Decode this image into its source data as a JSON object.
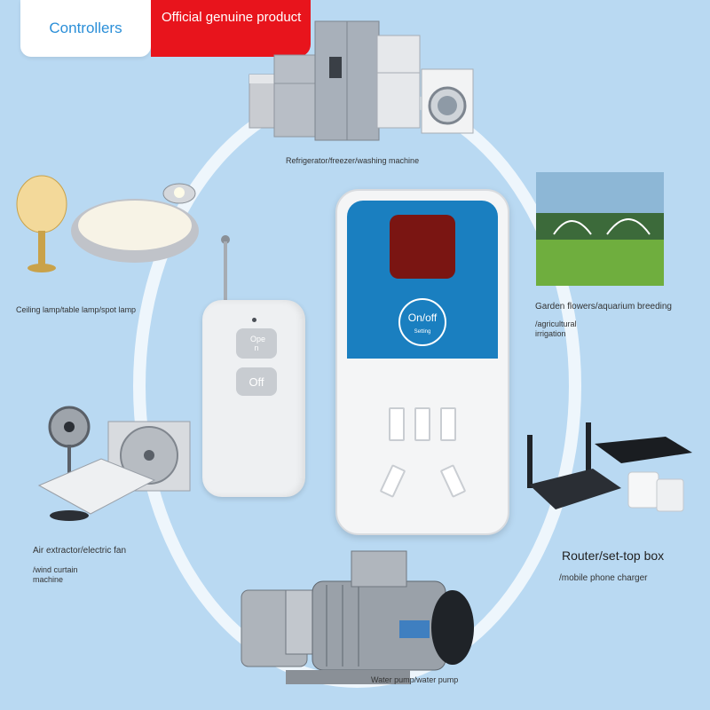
{
  "header": {
    "tab_controllers": "Controllers",
    "tab_official": "Official genuine product"
  },
  "appliances": {
    "fridge_label": "Refrigerator/freezer/washing machine",
    "lamp_label": "Ceiling lamp/table lamp/spot lamp",
    "garden_label": "Garden flowers/aquarium breeding",
    "garden_sub": "/agricultural irrigation",
    "fan_label": "Air extractor/electric fan",
    "fan_sub": "/wind curtain machine",
    "router_label": "Router/set-top box",
    "router_sub": "/mobile phone charger",
    "pump_label": "Water pump/water pump"
  },
  "remote": {
    "open_label": "Ope n",
    "off_label": "Off"
  },
  "socket": {
    "button_label": "On/off",
    "button_sub": "Setting"
  },
  "colors": {
    "background": "#b9d9f2",
    "brand_red": "#e8141c",
    "brand_blue": "#2b8fd8",
    "socket_blue": "#1a7fc0"
  }
}
